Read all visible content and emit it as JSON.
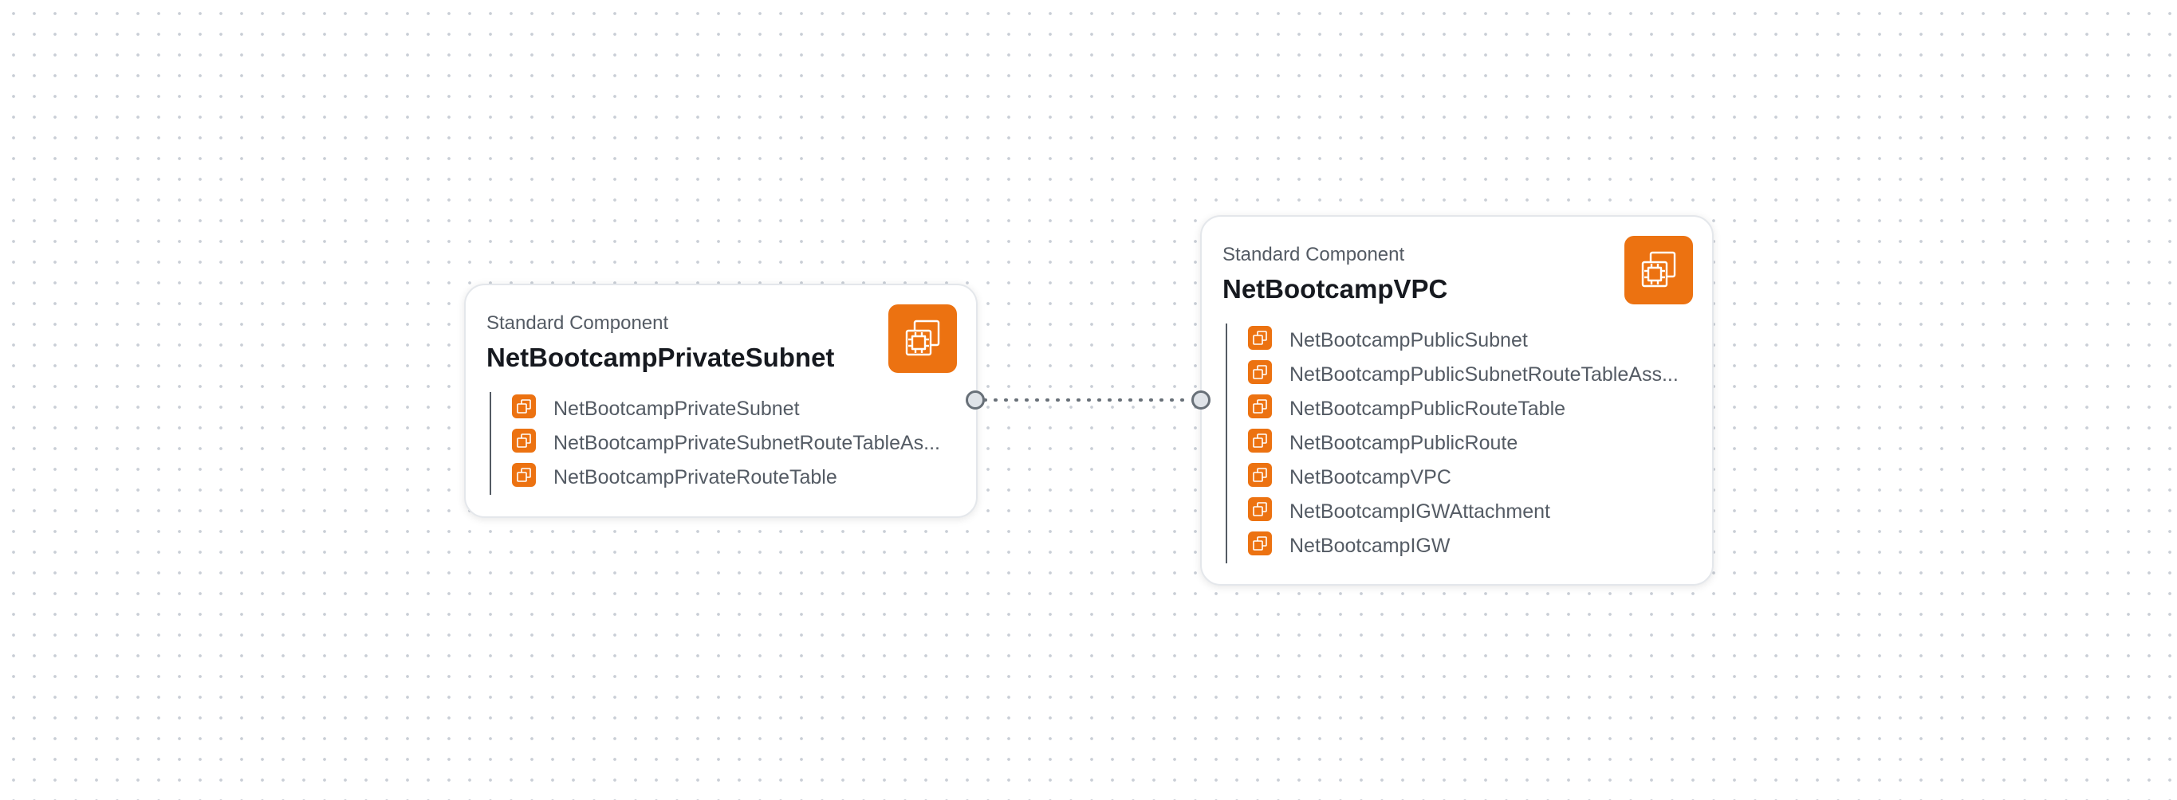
{
  "canvas": {
    "background": "#ffffff",
    "dot_color": "#c9ced6"
  },
  "colors": {
    "accent": "#ec7211",
    "title": "#16191f",
    "muted": "#545b64",
    "edge": "#687078"
  },
  "nodes": [
    {
      "type_label": "Standard Component",
      "title": "NetBootcampPrivateSubnet",
      "icon": "component-icon",
      "resources": [
        {
          "label": "NetBootcampPrivateSubnet",
          "icon": "resource-icon"
        },
        {
          "label": "NetBootcampPrivateSubnetRouteTableAs...",
          "icon": "resource-icon"
        },
        {
          "label": "NetBootcampPrivateRouteTable",
          "icon": "resource-icon"
        }
      ]
    },
    {
      "type_label": "Standard Component",
      "title": "NetBootcampVPC",
      "icon": "component-icon",
      "resources": [
        {
          "label": "NetBootcampPublicSubnet",
          "icon": "resource-icon"
        },
        {
          "label": "NetBootcampPublicSubnetRouteTableAss...",
          "icon": "resource-icon"
        },
        {
          "label": "NetBootcampPublicRouteTable",
          "icon": "resource-icon"
        },
        {
          "label": "NetBootcampPublicRoute",
          "icon": "resource-icon"
        },
        {
          "label": "NetBootcampVPC",
          "icon": "resource-icon"
        },
        {
          "label": "NetBootcampIGWAttachment",
          "icon": "resource-icon"
        },
        {
          "label": "NetBootcampIGW",
          "icon": "resource-icon"
        }
      ]
    }
  ],
  "edges": [
    {
      "from": "NetBootcampPrivateSubnet",
      "to": "NetBootcampVPC",
      "style": "dotted"
    }
  ]
}
